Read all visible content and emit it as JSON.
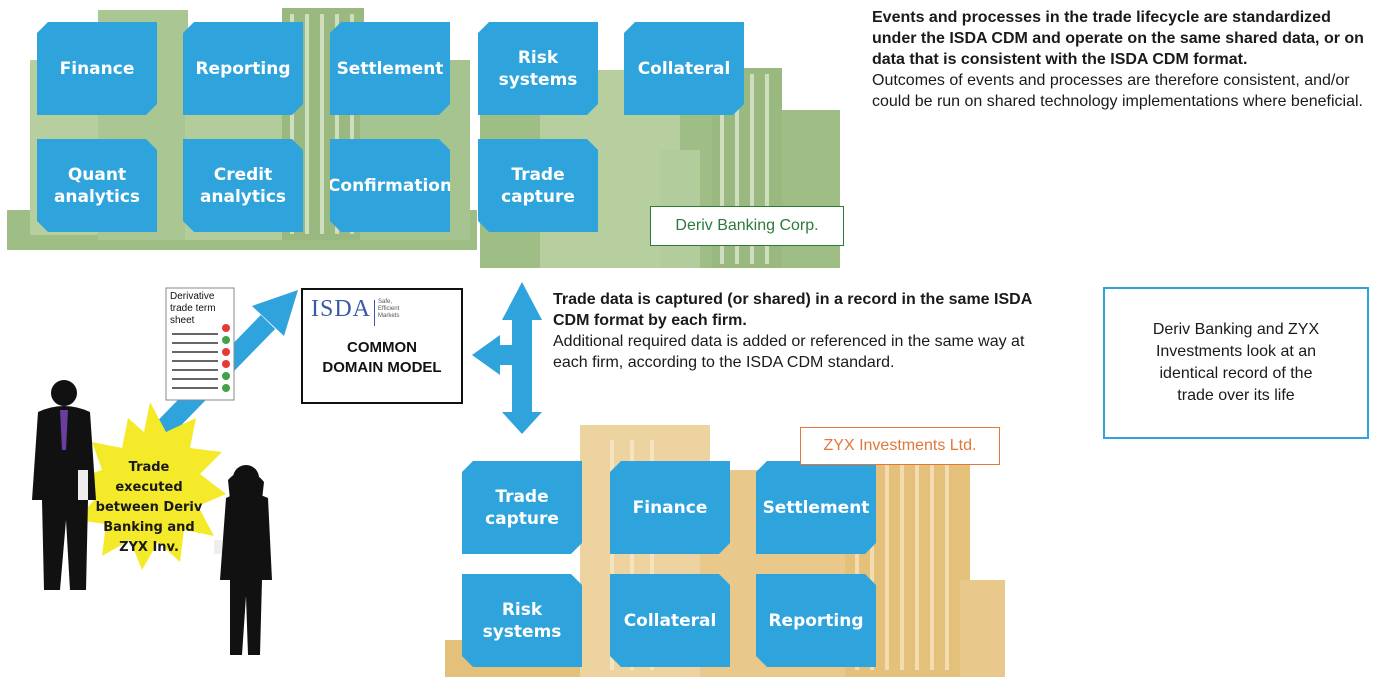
{
  "colors": {
    "tile": "#2ea3dc",
    "bank_green": "#9fbe86",
    "bank_tan": "#e3c17a",
    "green_label": "#2d7a3a",
    "orange_label": "#e2773a",
    "box_blue": "#2ea3dc",
    "burst": "#f4ea2a"
  },
  "bank_top": {
    "tiles": [
      "Finance",
      "Reporting",
      "Settlement",
      "Risk\nsystems",
      "Collateral",
      "Quant\nanalytics",
      "Credit\nanalytics",
      "Confirmation",
      "Trade\ncapture"
    ],
    "label": "Deriv Banking Corp."
  },
  "bank_bottom": {
    "tiles": [
      "Trade\ncapture",
      "Finance",
      "Settlement",
      "Risk\nsystems",
      "Collateral",
      "Reporting"
    ],
    "label": "ZYX Investments Ltd."
  },
  "text_top_right": {
    "bold": "Events and processes in the trade lifecycle are standardized under the ISDA CDM and operate on the same shared data, or on data that is consistent with the ISDA CDM format.",
    "normal": "Outcomes of events and processes are therefore consistent, and/or could be run on shared technology implementations where beneficial."
  },
  "text_middle": {
    "bold": "Trade data is captured (or shared) in a record in the same ISDA CDM format by each firm.",
    "normal": "Additional required data is added or referenced in the same way at each firm, according to the ISDA CDM standard."
  },
  "right_box": {
    "text": "Deriv Banking and ZYX Investments look at an identical record of the trade over its life"
  },
  "isda": {
    "logo": "ISDA",
    "tagline": "Safe, Efficient Markets",
    "title": "COMMON\nDOMAIN MODEL"
  },
  "term_sheet": {
    "label": "Derivative trade term sheet"
  },
  "burst": {
    "text": "Trade executed\nbetween Deriv\nBanking and\nZYX Inv."
  },
  "icons": [
    "double-arrow-icon",
    "arrow-up-right-icon",
    "businessman-icon",
    "businesswoman-icon",
    "starburst-icon",
    "document-icon"
  ]
}
